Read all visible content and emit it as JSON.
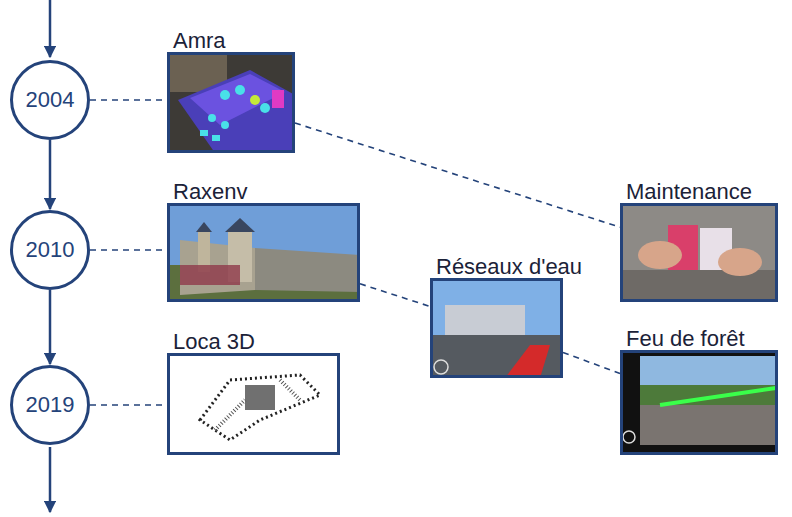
{
  "diagram": {
    "nodes": [
      {
        "text": [
          "2004"
        ]
      },
      {
        "text": [
          "Amra"
        ]
      },
      {
        "text": [
          "Maintenance"
        ]
      },
      {
        "text": [
          "2010"
        ]
      },
      {
        "text": [
          "Raxenv"
        ]
      },
      {
        "text": [
          "Réseaux d'eau"
        ]
      },
      {
        "text": [
          "Feu de forêt"
        ]
      },
      {
        "text": [
          "2019"
        ]
      },
      {
        "text": [
          "Loca 3D"
        ]
      }
    ],
    "edges": [
      {
        "from": 0,
        "to": 3,
        "arrow": "to"
      },
      {
        "from": 3,
        "to": 7,
        "arrow": "to"
      },
      {
        "from": 0,
        "to": 1,
        "arrow": "none"
      },
      {
        "from": 3,
        "to": 4,
        "arrow": "none"
      },
      {
        "from": 7,
        "to": 8,
        "arrow": "none"
      },
      {
        "from": 1,
        "to": 2,
        "arrow": "none"
      },
      {
        "from": 4,
        "to": 5,
        "arrow": "none"
      },
      {
        "from": 5,
        "to": 6,
        "arrow": "none"
      }
    ]
  }
}
